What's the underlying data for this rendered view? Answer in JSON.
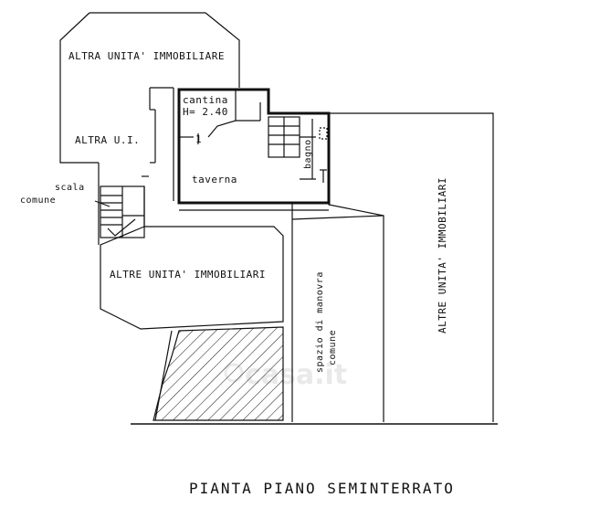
{
  "plan": {
    "title": "PIANTA PIANO SEMINTERRATO",
    "labels": {
      "altra_unita_immobiliare": "ALTRA UNITA' IMMOBILIARE",
      "altra_ui": "ALTRA U.I.",
      "cantina": "cantina",
      "height": "H= 2.40",
      "taverna": "taverna",
      "bagno": "bagno",
      "scala": "scala",
      "comune": "comune",
      "altre_unita_left": "ALTRE UNITA' IMMOBILIARI",
      "altre_unita_right": "ALTRE UNITA' IMMOBILIARI",
      "spazio_manovra_1": "spazio di manovra",
      "spazio_manovra_2": "comune",
      "door_marker": "1"
    },
    "watermark": "casa.it"
  }
}
